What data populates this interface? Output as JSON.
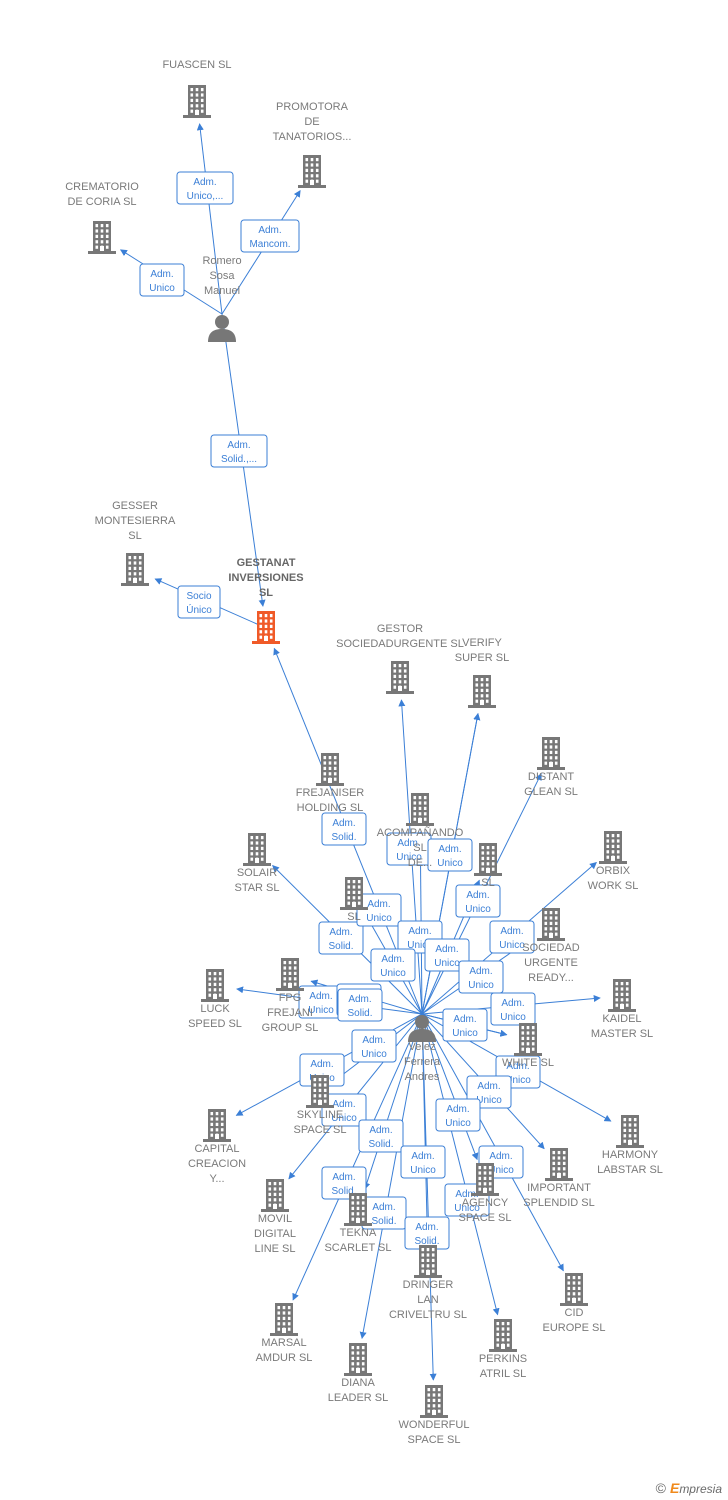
{
  "colors": {
    "edge": "#3b7fd6",
    "building": "#777777",
    "focus_building": "#f05a28",
    "person": "#777777"
  },
  "nodes": [
    {
      "id": "fuascen",
      "type": "company",
      "label": [
        "FUASCEN SL"
      ]
    },
    {
      "id": "promotora",
      "type": "company",
      "label": [
        "PROMOTORA",
        "DE",
        "TANATORIOS..."
      ]
    },
    {
      "id": "crematorio",
      "type": "company",
      "label": [
        "CREMATORIO",
        "DE CORIA SL"
      ]
    },
    {
      "id": "romero",
      "type": "person",
      "label": [
        "Romero",
        "Sosa",
        "Manuel"
      ]
    },
    {
      "id": "gesser",
      "type": "company",
      "label": [
        "GESSER",
        "MONTESIERRA",
        "SL"
      ]
    },
    {
      "id": "gestanat",
      "type": "focus",
      "label": [
        "GESTANAT",
        "INVERSIONES",
        "SL"
      ]
    },
    {
      "id": "gestor",
      "type": "company",
      "label": [
        "GESTOR",
        "SOCIEDADURGENTE SL"
      ]
    },
    {
      "id": "verify",
      "type": "company",
      "label": [
        "VERIFY",
        "SUPER SL"
      ]
    },
    {
      "id": "distant",
      "type": "company",
      "label": [
        "DISTANT",
        "GLEAN SL"
      ]
    },
    {
      "id": "frejaniser",
      "type": "company",
      "label": [
        "FREJANISER",
        "HOLDING SL"
      ]
    },
    {
      "id": "acompanando",
      "type": "company",
      "label": [
        "ACOMPAÑANDO",
        "SL",
        "DE..."
      ]
    },
    {
      "id": "orbix",
      "type": "company",
      "label": [
        "ORBIX",
        "WORK SL"
      ]
    },
    {
      "id": "solair",
      "type": "company",
      "label": [
        "SOLAIR",
        "STAR SL"
      ]
    },
    {
      "id": "hidden1",
      "type": "company",
      "label": [
        "SL"
      ]
    },
    {
      "id": "hidden2",
      "type": "company",
      "label": [
        "SL"
      ]
    },
    {
      "id": "sociedad_urgente",
      "type": "company",
      "label": [
        "SOCIEDAD",
        "URGENTE",
        "READY..."
      ]
    },
    {
      "id": "luck",
      "type": "company",
      "label": [
        "LUCK",
        "SPEED SL"
      ]
    },
    {
      "id": "fpg",
      "type": "company",
      "label": [
        "FPG",
        "FREJANI",
        "GROUP SL"
      ]
    },
    {
      "id": "kaidel",
      "type": "company",
      "label": [
        "KAIDEL",
        "MASTER SL"
      ]
    },
    {
      "id": "velez",
      "type": "person",
      "label": [
        "Velez",
        "Ferrera",
        "Andres"
      ]
    },
    {
      "id": "hidden3",
      "type": "company",
      "label": [
        "WHITE SL"
      ]
    },
    {
      "id": "skyline",
      "type": "company",
      "label": [
        "SKYLINE",
        "SPACE SL"
      ]
    },
    {
      "id": "capital",
      "type": "company",
      "label": [
        "CAPITAL",
        "CREACION",
        "Y..."
      ]
    },
    {
      "id": "harmony",
      "type": "company",
      "label": [
        "HARMONY",
        "LABSTAR SL"
      ]
    },
    {
      "id": "important",
      "type": "company",
      "label": [
        "IMPORTANT",
        "SPLENDID SL"
      ]
    },
    {
      "id": "agency",
      "type": "company",
      "label": [
        "AGENCY",
        "SPACE SL"
      ]
    },
    {
      "id": "movil",
      "type": "company",
      "label": [
        "MOVIL",
        "DIGITAL",
        "LINE SL"
      ]
    },
    {
      "id": "tekna",
      "type": "company",
      "label": [
        "TEKNA",
        "SCARLET SL"
      ]
    },
    {
      "id": "dringer",
      "type": "company",
      "label": [
        "DRINGER",
        "LAN",
        "CRIVELTRU SL"
      ]
    },
    {
      "id": "cid",
      "type": "company",
      "label": [
        "CID",
        "EUROPE SL"
      ]
    },
    {
      "id": "marsal",
      "type": "company",
      "label": [
        "MARSAL",
        "AMDUR SL"
      ]
    },
    {
      "id": "perkins",
      "type": "company",
      "label": [
        "PERKINS",
        "ATRIL SL"
      ]
    },
    {
      "id": "diana",
      "type": "company",
      "label": [
        "DIANA",
        "LEADER SL"
      ]
    },
    {
      "id": "wonderful",
      "type": "company",
      "label": [
        "WONDERFUL",
        "SPACE SL"
      ]
    }
  ],
  "roles": [
    [
      "Adm.",
      "Unico,..."
    ],
    [
      "Adm.",
      "Mancom."
    ],
    [
      "Adm.",
      "Unico"
    ],
    [
      "Adm.",
      "Solid.,..."
    ],
    [
      "Socio",
      "Único"
    ],
    [
      "Adm.",
      "Solid."
    ],
    [
      "Adm.",
      "Unico"
    ],
    [
      "Adm.",
      "Unico"
    ],
    [
      "Adm.",
      "Unico"
    ],
    [
      "Adm.",
      "Unico"
    ],
    [
      "Adm.",
      "Solid."
    ],
    [
      "Adm.",
      "Unico"
    ],
    [
      "Adm.",
      "Unico"
    ],
    [
      "Adm.",
      "Unico"
    ],
    [
      "Adm.",
      "Unico"
    ],
    [
      "Adm.",
      "Unico"
    ],
    [
      "Adm.",
      "Unico"
    ],
    [
      "Adm.",
      "Unico"
    ],
    [
      "Adm.",
      "Unico"
    ],
    [
      "Adm.",
      "Unico"
    ],
    [
      "Adm.",
      "Unico"
    ],
    [
      "Adm.",
      "Unico"
    ],
    [
      "Adm.",
      "Unico"
    ],
    [
      "Adm.",
      "Unico"
    ],
    [
      "Adm.",
      "Unico"
    ],
    [
      "Adm.",
      "Solid."
    ],
    [
      "Adm.",
      "Unico"
    ],
    [
      "Adm.",
      "Unico"
    ],
    [
      "Adm.",
      "Solid."
    ],
    [
      "Adm.",
      "Unico"
    ],
    [
      "Adm.",
      "Solid."
    ],
    [
      "Adm.",
      "Solid."
    ],
    [
      "Adm.",
      "Unico"
    ],
    [
      "Adm.",
      "Solid."
    ]
  ],
  "footer": {
    "copyright": "©",
    "brand_first": "E",
    "brand_rest": "mpresia"
  }
}
